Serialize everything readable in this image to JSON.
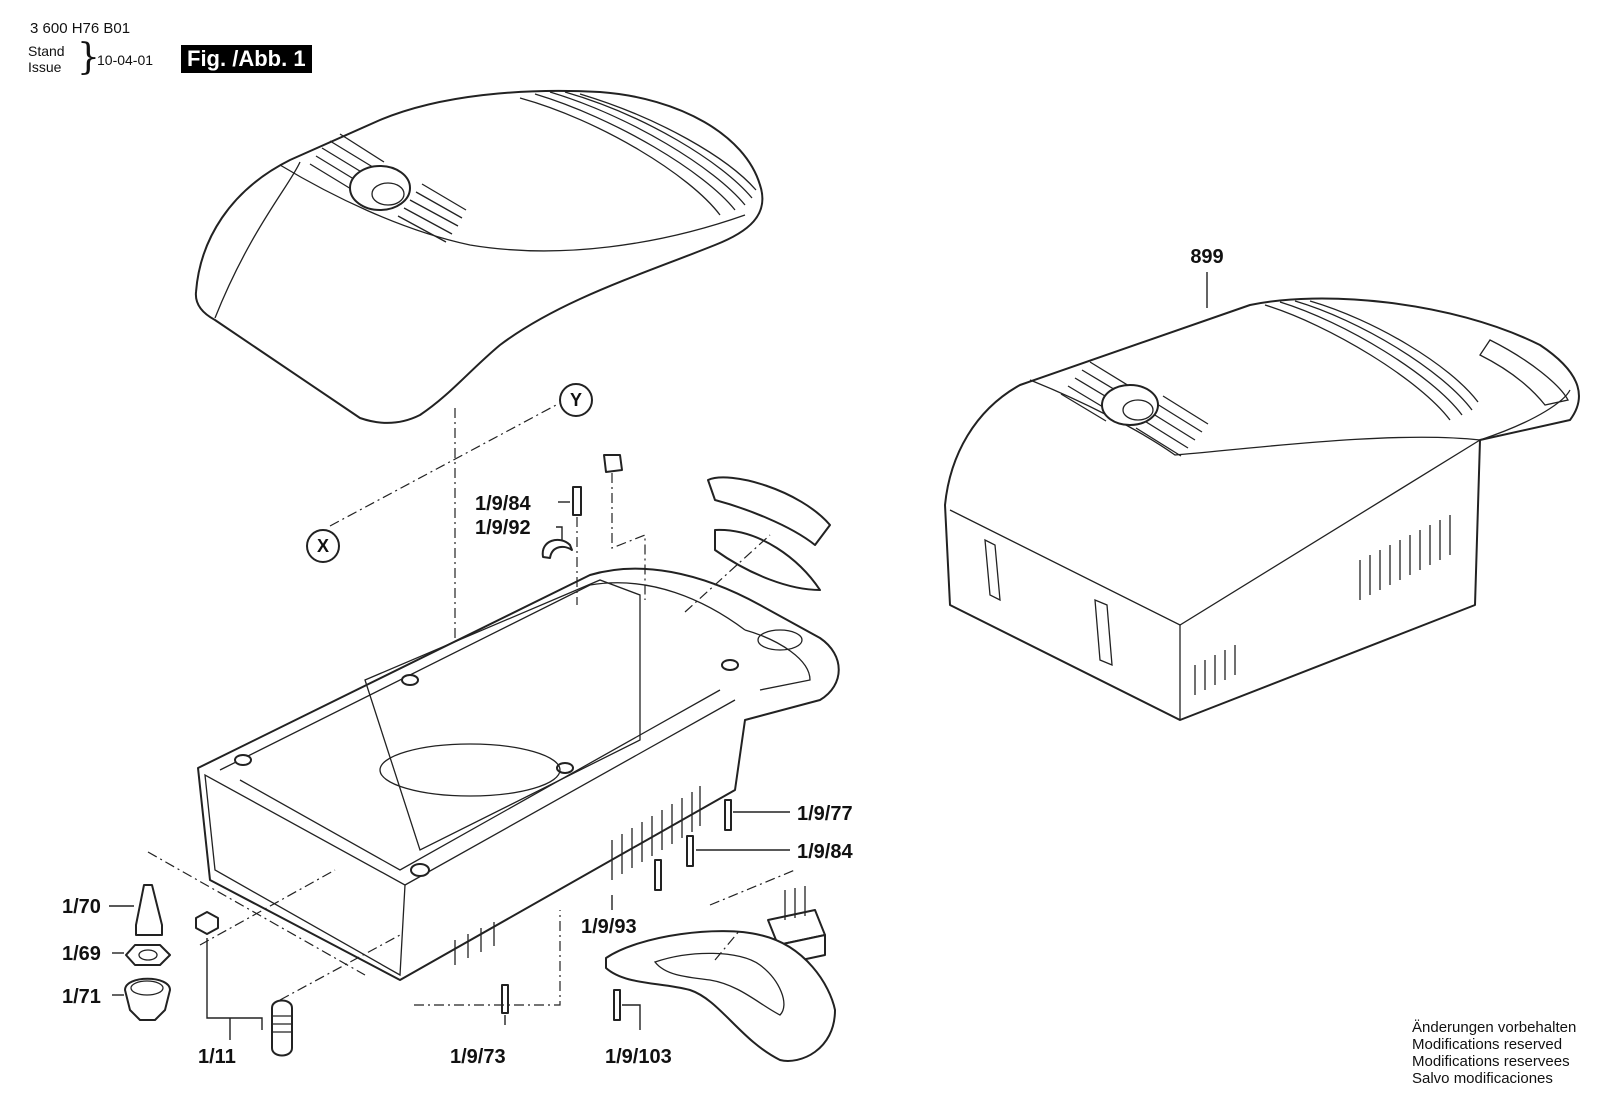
{
  "header": {
    "doc_number": "3 600 H76 B01",
    "stand_label": "Stand",
    "issue_label": "Issue",
    "issue_date": "10-04-01",
    "figure_label": "Fig. /Abb. 1"
  },
  "axis_markers": {
    "x": "X",
    "y": "Y"
  },
  "parts": {
    "p899": "899",
    "p1_9_84_top": "1/9/84",
    "p1_9_92": "1/9/92",
    "p1_9_77": "1/9/77",
    "p1_9_84_right": "1/9/84",
    "p1_9_93": "1/9/93",
    "p1_70": "1/70",
    "p1_69": "1/69",
    "p1_71": "1/71",
    "p1_11": "1/11",
    "p1_9_73": "1/9/73",
    "p1_9_103": "1/9/103"
  },
  "disclaimer": [
    "Änderungen vorbehalten",
    "Modifications reserved",
    "Modifications reservees",
    "Salvo modificaciones"
  ]
}
